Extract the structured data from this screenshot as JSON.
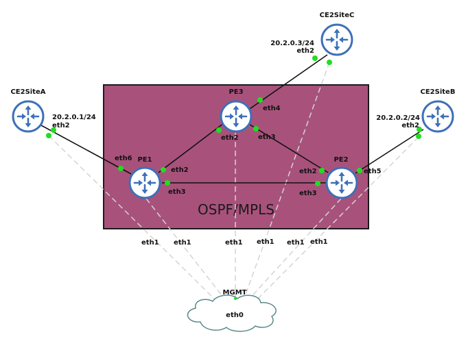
{
  "colors": {
    "area_fill": "#a8527b",
    "area_stroke": "#1a1a1a",
    "router_stroke": "#3d70b8",
    "router_fill": "#ffffff",
    "port_dot": "#22dd22",
    "link": "#111111",
    "mgmt_link": "#d4d4d4",
    "cloud_stroke": "#5a8a8a"
  },
  "area": {
    "label": "OSPF/MPLS"
  },
  "nodes": [
    {
      "id": "CE2SiteA",
      "label": "CE2SiteA",
      "icon": "router-icon"
    },
    {
      "id": "CE2SiteB",
      "label": "CE2SiteB",
      "icon": "router-icon"
    },
    {
      "id": "CE2SiteC",
      "label": "CE2SiteC",
      "icon": "router-icon"
    },
    {
      "id": "PE1",
      "label": "PE1",
      "icon": "router-icon"
    },
    {
      "id": "PE2",
      "label": "PE2",
      "icon": "router-icon"
    },
    {
      "id": "PE3",
      "label": "PE3",
      "icon": "router-icon"
    }
  ],
  "cloud": {
    "label": "MGMT",
    "interface": "eth0",
    "icon": "cloud-icon"
  },
  "links": [
    {
      "from": "CE2SiteA",
      "from_if": "eth2",
      "from_ip": "20.2.0.1/24",
      "to": "PE1",
      "to_if": "eth6"
    },
    {
      "from": "CE2SiteB",
      "from_if": "eth2",
      "from_ip": "20.2.0.2/24",
      "to": "PE2",
      "to_if": "eth5"
    },
    {
      "from": "CE2SiteC",
      "from_if": "eth2",
      "from_ip": "20.2.0.3/24",
      "to": "PE3",
      "to_if": "eth4"
    },
    {
      "from": "PE1",
      "from_if": "eth2",
      "to": "PE3",
      "to_if": "eth2"
    },
    {
      "from": "PE1",
      "from_if": "eth3",
      "to": "PE2",
      "to_if": "eth3"
    },
    {
      "from": "PE3",
      "from_if": "eth3",
      "to": "PE2",
      "to_if": "eth2"
    }
  ],
  "mgmt_links": [
    {
      "node": "CE2SiteA",
      "if": "eth1"
    },
    {
      "node": "PE1",
      "if": "eth1"
    },
    {
      "node": "PE3",
      "if": "eth1"
    },
    {
      "node": "CE2SiteC",
      "if": "eth1"
    },
    {
      "node": "PE2",
      "if": "eth1"
    },
    {
      "node": "CE2SiteB",
      "if": "eth1"
    }
  ]
}
